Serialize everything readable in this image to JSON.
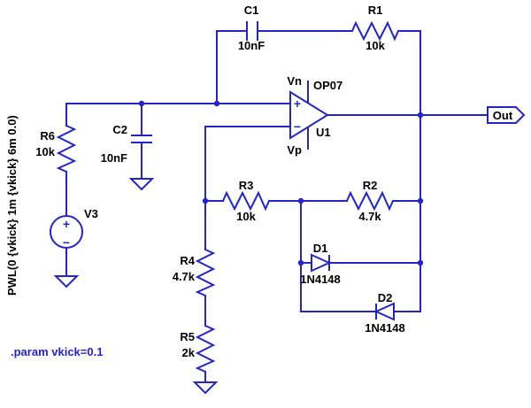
{
  "colors": {
    "background": "#ffffff",
    "wire": "#2424cc",
    "label": "#000000",
    "directive": "#2424cc"
  },
  "components": {
    "C1": {
      "name": "C1",
      "value": "10nF"
    },
    "R1": {
      "name": "R1",
      "value": "10k"
    },
    "C2": {
      "name": "C2",
      "value": "10nF"
    },
    "R6": {
      "name": "R6",
      "value": "10k"
    },
    "V3": {
      "name": "V3"
    },
    "R3": {
      "name": "R3",
      "value": "10k"
    },
    "R2": {
      "name": "R2",
      "value": "4.7k"
    },
    "R4": {
      "name": "R4",
      "value": "4.7k"
    },
    "R5": {
      "name": "R5",
      "value": "2k"
    },
    "D1": {
      "name": "D1",
      "value": "1N4148"
    },
    "D2": {
      "name": "D2",
      "value": "1N4148"
    },
    "U1": {
      "name": "U1",
      "model": "OP07"
    }
  },
  "labels": {
    "vn": "Vn",
    "vp": "Vp",
    "out": "Out",
    "plus": "+",
    "minus": "−"
  },
  "directives": {
    "pwl": "PWL(0 {vkick} 1m {vkick} 6m 0.0)",
    "param": ".param vkick=0.1"
  }
}
